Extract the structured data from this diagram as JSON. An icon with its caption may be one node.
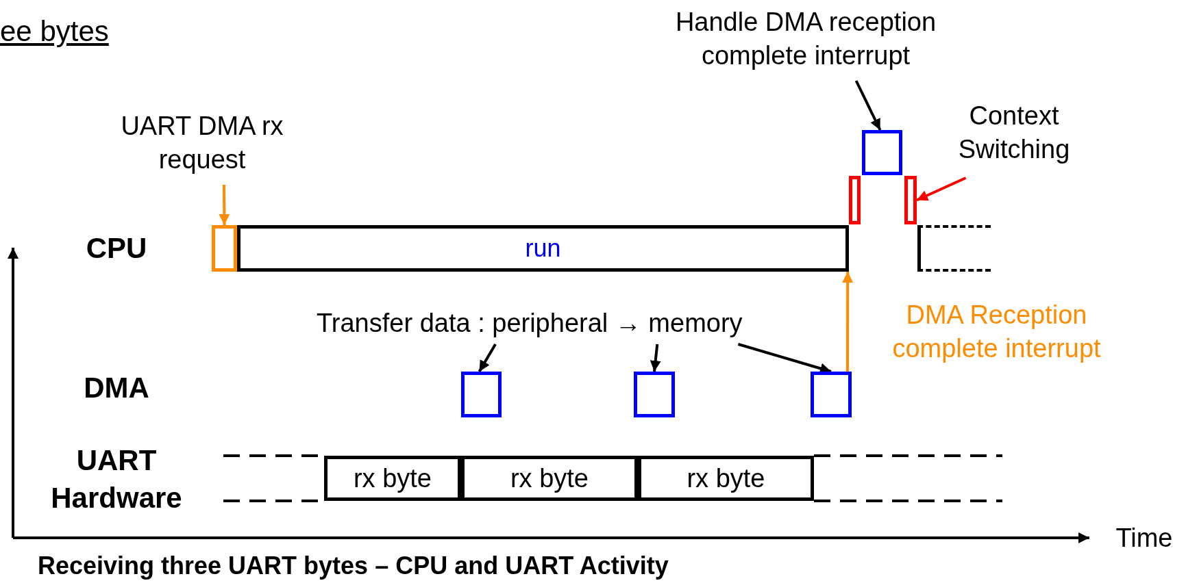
{
  "diagram": {
    "title": "ee bytes",
    "caption": "Receiving three UART bytes – CPU and UART Activity",
    "nodes": [
      {
        "text": [
          "UART DMA rx request"
        ]
      },
      {
        "text": [],
        "shape": "box"
      },
      {
        "text": [
          "run"
        ]
      },
      {
        "text": [
          "Handle DMA reception complete interrupt"
        ]
      },
      {
        "text": [],
        "shape": "box"
      },
      {
        "text": [],
        "shape": "box"
      },
      {
        "text": [],
        "shape": "box"
      },
      {
        "text": [
          "Context Switching"
        ]
      },
      {
        "text": [],
        "shape": "box"
      },
      {
        "text": [
          "Transfer data : peripheral → memory"
        ]
      },
      {
        "text": [],
        "shape": "box"
      },
      {
        "text": [],
        "shape": "box"
      },
      {
        "text": [],
        "shape": "box"
      },
      {
        "text": [
          "rx byte"
        ]
      },
      {
        "text": [
          "rx byte"
        ]
      },
      {
        "text": [
          "rx byte"
        ]
      }
    ],
    "edges": [
      {
        "from": 0,
        "to": 1,
        "arrow": "to",
        "color": "#ff8c00"
      },
      {
        "from": 3,
        "to": 4,
        "arrow": "to"
      },
      {
        "from": 7,
        "to": 6,
        "arrow": "to",
        "color": "#ff0000"
      },
      {
        "from": 9,
        "to": 10,
        "arrow": "to"
      },
      {
        "from": 9,
        "to": 11,
        "arrow": "to"
      },
      {
        "from": 9,
        "to": 12,
        "arrow": "to"
      },
      {
        "from": 12,
        "to": 2,
        "arrow": "to",
        "color": "#ff8c00",
        "label": "DMA Reception complete interrupt"
      }
    ],
    "labels": [
      "CPU",
      "DMA",
      "UART Hardware",
      "Time"
    ]
  }
}
